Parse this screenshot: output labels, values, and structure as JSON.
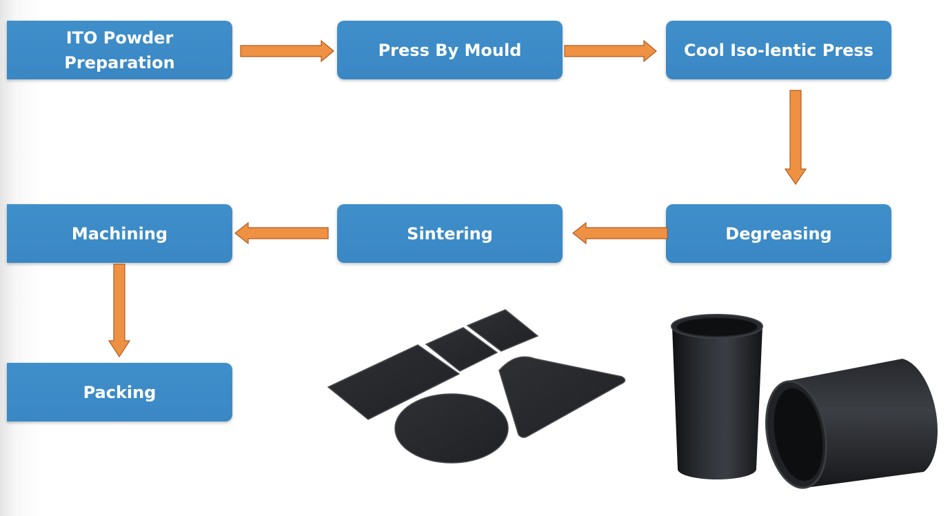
{
  "steps": {
    "ito_powder": "ITO Powder\nPreparation",
    "press_mould": "Press By Mould",
    "cool_press": "Cool Iso-lentic Press",
    "degreasing": "Degreasing",
    "sintering": "Sintering",
    "machining": "Machining",
    "packing": "Packing"
  },
  "colors": {
    "box_fill": "#3f8fcb",
    "box_text": "#ffffff",
    "arrow_fill": "#ef9143",
    "arrow_stroke": "#b05a1d",
    "target_material": "#2a2c30"
  },
  "flow_order": [
    "ITO Powder Preparation",
    "Press By Mould",
    "Cool Iso-lentic Press",
    "Degreasing",
    "Sintering",
    "Machining",
    "Packing"
  ]
}
